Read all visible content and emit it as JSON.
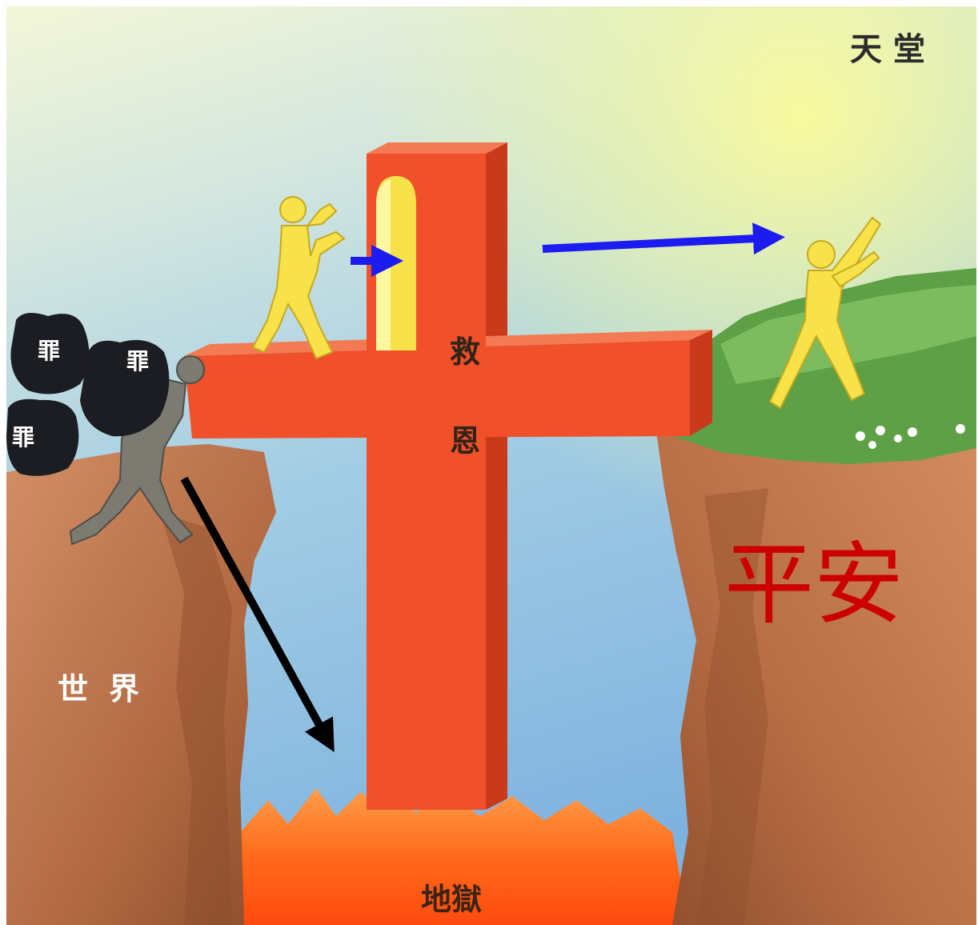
{
  "labels": {
    "heaven": "天堂",
    "grace_top": "救",
    "grace_bottom": "恩",
    "world": "世界",
    "hell": "地獄",
    "peace": "平安",
    "sin": "罪"
  },
  "colors": {
    "sky_top": "#f6f7cf",
    "sky_mid": "#b9d9e6",
    "sky_low": "#84b8e0",
    "cross": "#f0502a",
    "cross_dark": "#c93a1c",
    "cliff": "#c9825a",
    "cliff_dark": "#8a4a2a",
    "grass": "#5da045",
    "fire": "#ff6a1a",
    "arrow_blue": "#1c1cf0",
    "arrow_black": "#000000",
    "peace_text": "#cc0000",
    "saved_figure": "#f7e24a",
    "burdened_figure": "#7b7b72"
  },
  "icons": [
    "sin-bag-icon",
    "burdened-person-icon",
    "walking-person-icon",
    "reaching-person-icon",
    "flame-icon",
    "flowers-icon"
  ]
}
